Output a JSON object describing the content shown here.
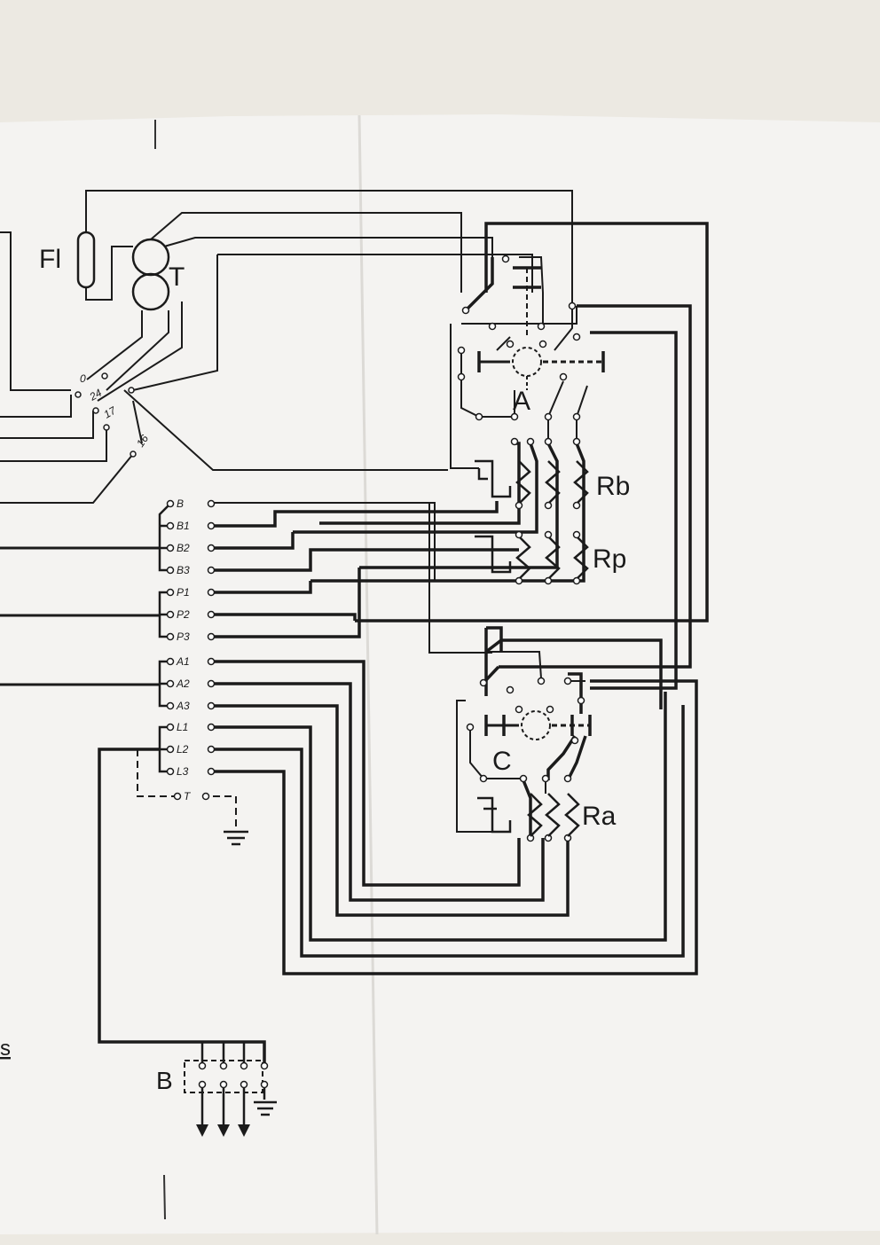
{
  "labels": {
    "fl": "Fl",
    "transformer": "T",
    "selector_a": "A",
    "selector_c": "C",
    "relay_rb": "Rb",
    "relay_rp": "Rp",
    "relay_ra": "Ra",
    "battery": "B",
    "edge_letter": "s"
  },
  "tap_numbers": [
    "0",
    "24",
    "17",
    "16"
  ],
  "terminals": [
    "B",
    "B1",
    "B2",
    "B3",
    "P1",
    "P2",
    "P3",
    "A1",
    "A2",
    "A3",
    "L1",
    "L2",
    "L3",
    "T"
  ]
}
